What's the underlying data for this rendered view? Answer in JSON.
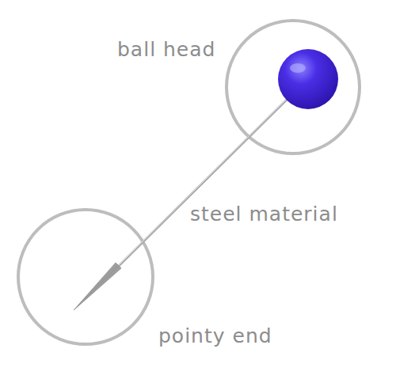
{
  "diagram": {
    "labels": [
      "ball head",
      "steel material",
      "pointy end"
    ]
  }
}
